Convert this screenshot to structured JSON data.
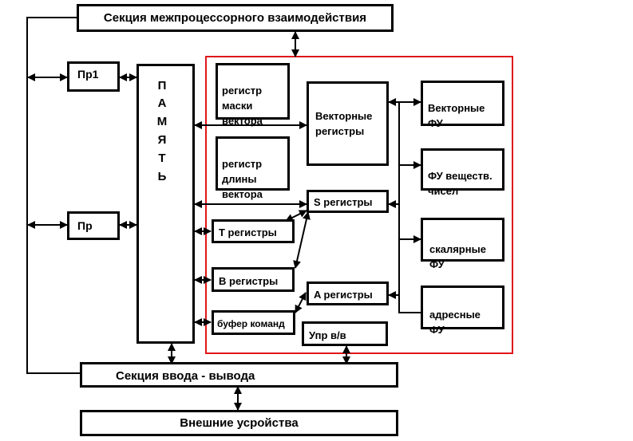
{
  "boxes": {
    "inter_proc": "Секция межпроцессорного взаимодействия",
    "pr1": "Пр1",
    "pr": "Пр",
    "memory": [
      "П",
      "А",
      "М",
      "Я",
      "Т",
      "Ь"
    ],
    "mask_reg": "регистр\nмаски\nвектора",
    "length_reg": "регистр\nдлины\nвектора",
    "vector_regs": "Векторные\nрегистры",
    "s_regs": "S регистры",
    "t_regs": "T  регистры",
    "b_regs": "B  регистры",
    "a_regs": "A  регистры",
    "cmd_buffer": "буфер команд",
    "io_ctrl": "Упр в/в",
    "vector_fu": "Векторные\nФУ",
    "real_fu": "ФУ веществ.\nчисел",
    "scalar_fu": "скалярные\nФУ",
    "address_fu": "адресные\nФУ",
    "io_section": "Секция ввода - вывода",
    "external": "Внешние усройства"
  },
  "colors": {
    "cpu_frame": "#e0161b",
    "line": "#000000",
    "background": "#ffffff"
  }
}
